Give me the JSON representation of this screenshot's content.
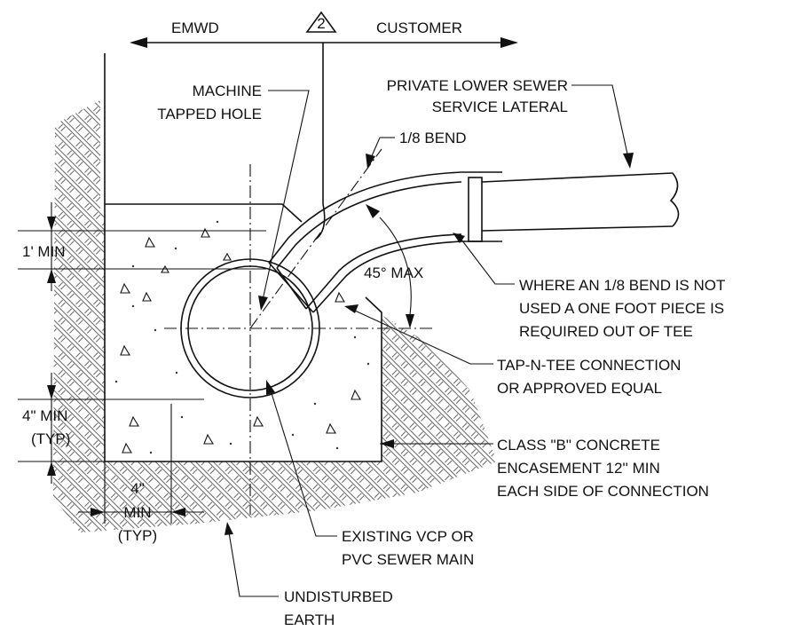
{
  "labels": {
    "emwd": "EMWD",
    "revision": "2",
    "customer": "CUSTOMER",
    "machine_line1": "MACHINE",
    "machine_line2": "TAPPED HOLE",
    "lateral_line1": "PRIVATE LOWER SEWER",
    "lateral_line2": "SERVICE LATERAL",
    "bend": "1/8 BEND",
    "one_ft_min": "1' MIN",
    "angle_max": "45° MAX",
    "where_line1": "WHERE AN  1/8 BEND IS NOT",
    "where_line2": "USED A ONE FOOT PIECE IS",
    "where_line3": "REQUIRED OUT OF TEE",
    "tap_line1": "TAP-N-TEE CONNECTION",
    "tap_line2": "OR APPROVED EQUAL",
    "four_min_line1": "4\" MIN",
    "four_min_line2": "(TYP)",
    "class_line1": "CLASS \"B\" CONCRETE",
    "class_line2": "ENCASEMENT 12'' MIN",
    "class_line3": "EACH SIDE OF CONNECTION",
    "four_in_line1": "4\"",
    "four_in_line2": "MIN",
    "four_in_line3": "(TYP)",
    "existing_line1": "EXISTING VCP OR",
    "existing_line2": "PVC SEWER MAIN",
    "undisturbed_line1": "UNDISTURBED",
    "undisturbed_line2": "EARTH"
  }
}
